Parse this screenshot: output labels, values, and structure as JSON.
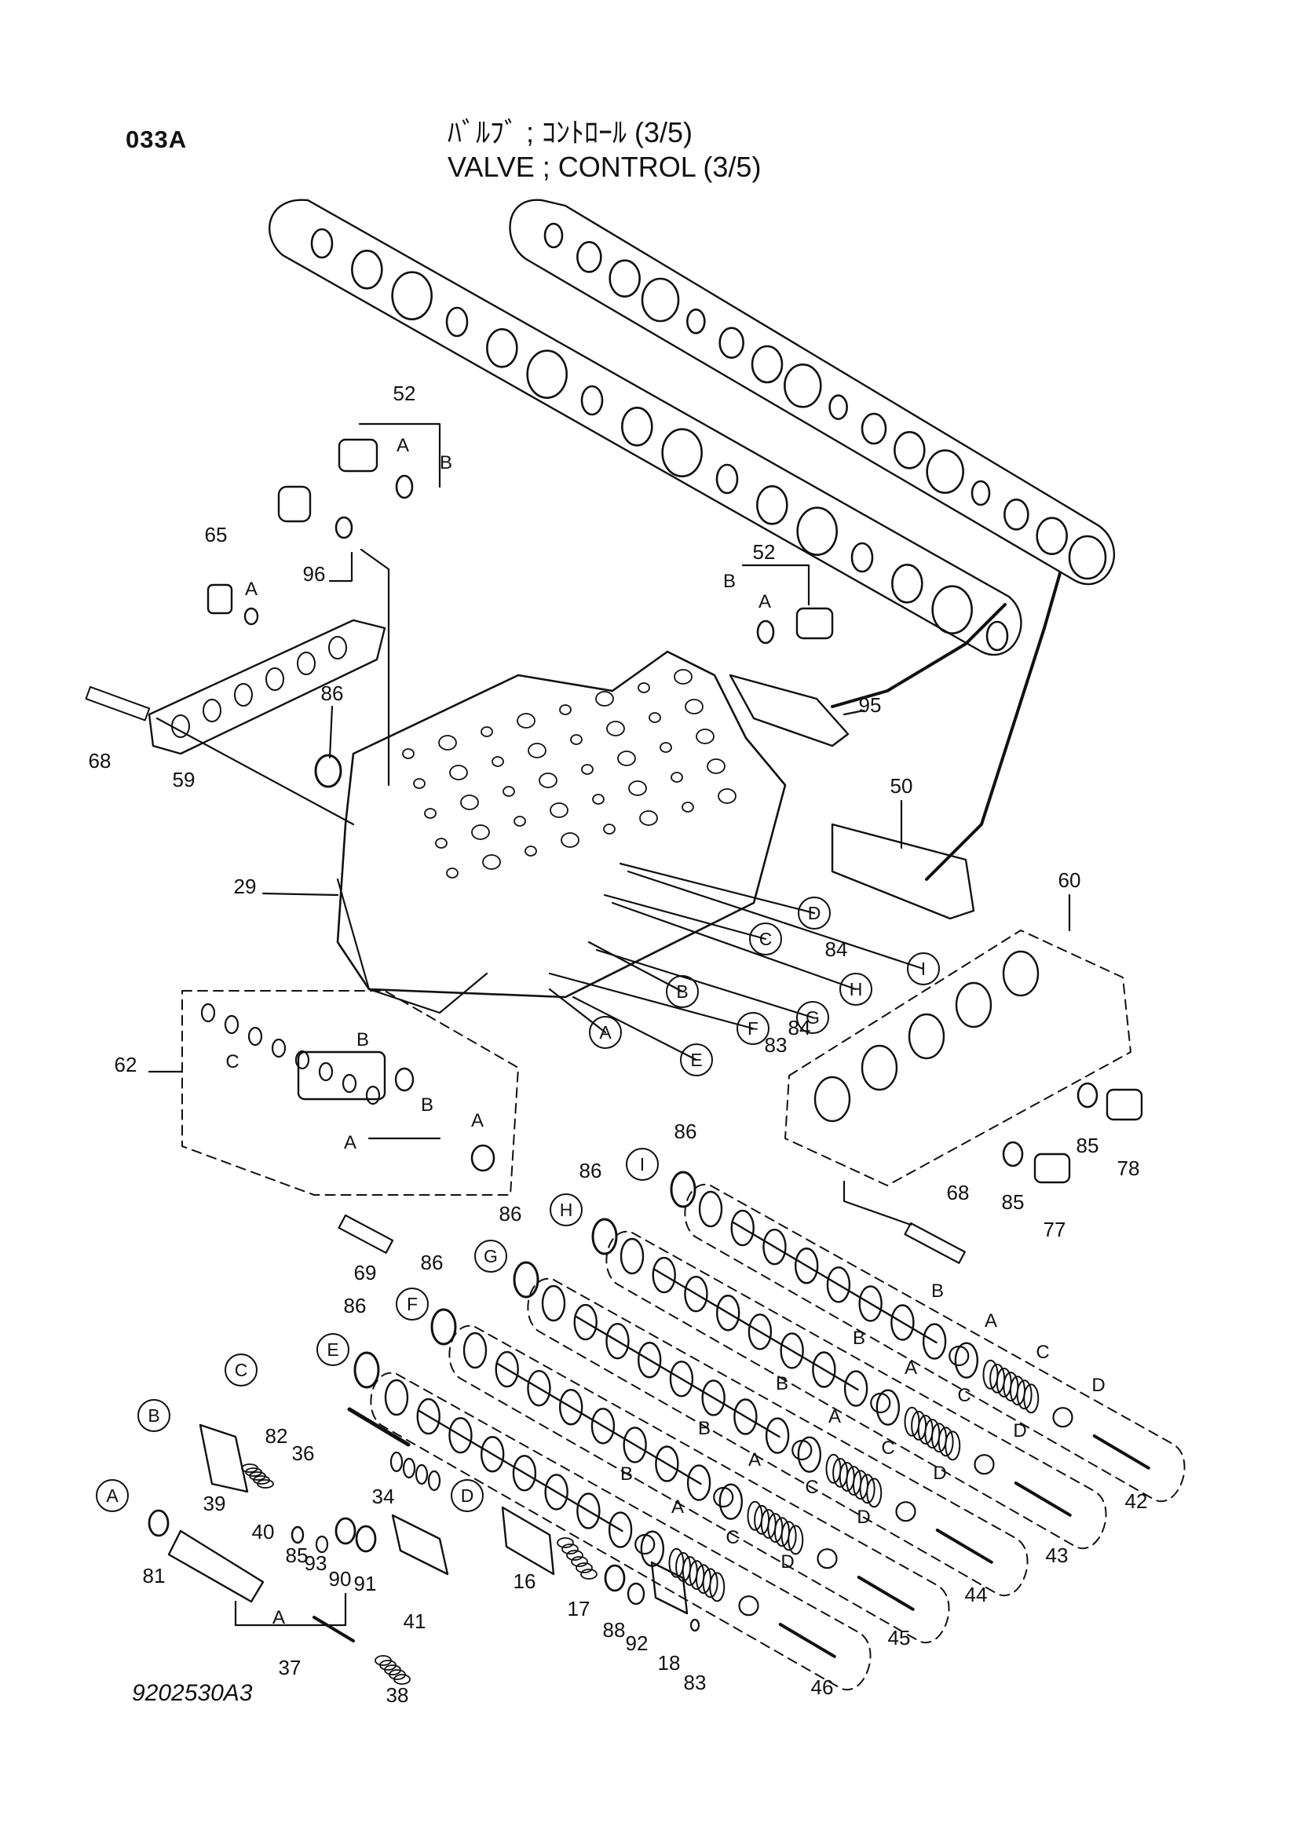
{
  "header": {
    "page_code": "033A",
    "title_jp": "ﾊﾞﾙﾌﾞ ; ｺﾝﾄﾛｰﾙ (3/5)",
    "title_en": "VALVE ; CONTROL (3/5)"
  },
  "footer": {
    "drawing_number": "9202530A3"
  },
  "callouts": [
    {
      "id": "c52a",
      "label": "52"
    },
    {
      "id": "c52b",
      "label": "52"
    },
    {
      "id": "c65",
      "label": "65"
    },
    {
      "id": "c96",
      "label": "96"
    },
    {
      "id": "c68a",
      "label": "68"
    },
    {
      "id": "c59",
      "label": "59"
    },
    {
      "id": "c86a",
      "label": "86"
    },
    {
      "id": "c95",
      "label": "95"
    },
    {
      "id": "c50",
      "label": "50"
    },
    {
      "id": "c29",
      "label": "29"
    },
    {
      "id": "c60",
      "label": "60"
    },
    {
      "id": "c84a",
      "label": "84"
    },
    {
      "id": "c84b",
      "label": "84"
    },
    {
      "id": "c83a",
      "label": "83"
    },
    {
      "id": "c62",
      "label": "62"
    },
    {
      "id": "c85a",
      "label": "85"
    },
    {
      "id": "c78",
      "label": "78"
    },
    {
      "id": "c85b",
      "label": "85"
    },
    {
      "id": "c77",
      "label": "77"
    },
    {
      "id": "c68b",
      "label": "68"
    },
    {
      "id": "c69",
      "label": "69"
    },
    {
      "id": "c86b",
      "label": "86"
    },
    {
      "id": "c86c",
      "label": "86"
    },
    {
      "id": "c86d",
      "label": "86"
    },
    {
      "id": "c86e",
      "label": "86"
    },
    {
      "id": "c86f",
      "label": "86"
    },
    {
      "id": "c82",
      "label": "82"
    },
    {
      "id": "c36",
      "label": "36"
    },
    {
      "id": "c34",
      "label": "34"
    },
    {
      "id": "c39",
      "label": "39"
    },
    {
      "id": "c40",
      "label": "40"
    },
    {
      "id": "c85c",
      "label": "85"
    },
    {
      "id": "c93",
      "label": "93"
    },
    {
      "id": "c90",
      "label": "90"
    },
    {
      "id": "c91",
      "label": "91"
    },
    {
      "id": "c41",
      "label": "41"
    },
    {
      "id": "c81",
      "label": "81"
    },
    {
      "id": "c37",
      "label": "37"
    },
    {
      "id": "c38",
      "label": "38"
    },
    {
      "id": "c16",
      "label": "16"
    },
    {
      "id": "c17",
      "label": "17"
    },
    {
      "id": "c88",
      "label": "88"
    },
    {
      "id": "c92",
      "label": "92"
    },
    {
      "id": "c18",
      "label": "18"
    },
    {
      "id": "c83b",
      "label": "83"
    },
    {
      "id": "c42",
      "label": "42"
    },
    {
      "id": "c43",
      "label": "43"
    },
    {
      "id": "c44",
      "label": "44"
    },
    {
      "id": "c45",
      "label": "45"
    },
    {
      "id": "c46",
      "label": "46"
    }
  ],
  "letter_refs": [
    {
      "id": "lA1",
      "label": "A"
    },
    {
      "id": "lB1",
      "label": "B"
    },
    {
      "id": "lA2",
      "label": "A"
    },
    {
      "id": "lB2",
      "label": "B"
    },
    {
      "id": "lA3",
      "label": "A"
    },
    {
      "id": "lB3",
      "label": "B"
    },
    {
      "id": "lC3",
      "label": "C"
    },
    {
      "id": "lB4",
      "label": "B"
    },
    {
      "id": "lA4",
      "label": "A"
    },
    {
      "id": "lA5",
      "label": "A"
    },
    {
      "id": "lA37",
      "label": "A"
    },
    {
      "id": "kB42",
      "label": "B"
    },
    {
      "id": "kA42",
      "label": "A"
    },
    {
      "id": "kC42",
      "label": "C"
    },
    {
      "id": "kD42",
      "label": "D"
    },
    {
      "id": "kB43",
      "label": "B"
    },
    {
      "id": "kA43",
      "label": "A"
    },
    {
      "id": "kC43",
      "label": "C"
    },
    {
      "id": "kD43",
      "label": "D"
    },
    {
      "id": "kB44",
      "label": "B"
    },
    {
      "id": "kA44",
      "label": "A"
    },
    {
      "id": "kC44",
      "label": "C"
    },
    {
      "id": "kD44",
      "label": "D"
    },
    {
      "id": "kB45",
      "label": "B"
    },
    {
      "id": "kA45",
      "label": "A"
    },
    {
      "id": "kC45",
      "label": "C"
    },
    {
      "id": "kD45",
      "label": "D"
    },
    {
      "id": "kB46",
      "label": "B"
    },
    {
      "id": "kA46",
      "label": "A"
    },
    {
      "id": "kC46",
      "label": "C"
    },
    {
      "id": "kD46",
      "label": "D"
    }
  ],
  "circled_refs": [
    {
      "id": "rD1",
      "label": "D"
    },
    {
      "id": "rI1",
      "label": "I"
    },
    {
      "id": "rC1",
      "label": "C"
    },
    {
      "id": "rH1",
      "label": "H"
    },
    {
      "id": "rB1",
      "label": "B"
    },
    {
      "id": "rG1",
      "label": "G"
    },
    {
      "id": "rF1",
      "label": "F"
    },
    {
      "id": "rA1",
      "label": "A"
    },
    {
      "id": "rE1",
      "label": "E"
    },
    {
      "id": "rI2",
      "label": "I"
    },
    {
      "id": "rH2",
      "label": "H"
    },
    {
      "id": "rG2",
      "label": "G"
    },
    {
      "id": "rF2",
      "label": "F"
    },
    {
      "id": "rE2",
      "label": "E"
    },
    {
      "id": "rC2",
      "label": "C"
    },
    {
      "id": "rB2",
      "label": "B"
    },
    {
      "id": "rA2",
      "label": "A"
    },
    {
      "id": "rD2",
      "label": "D"
    }
  ]
}
